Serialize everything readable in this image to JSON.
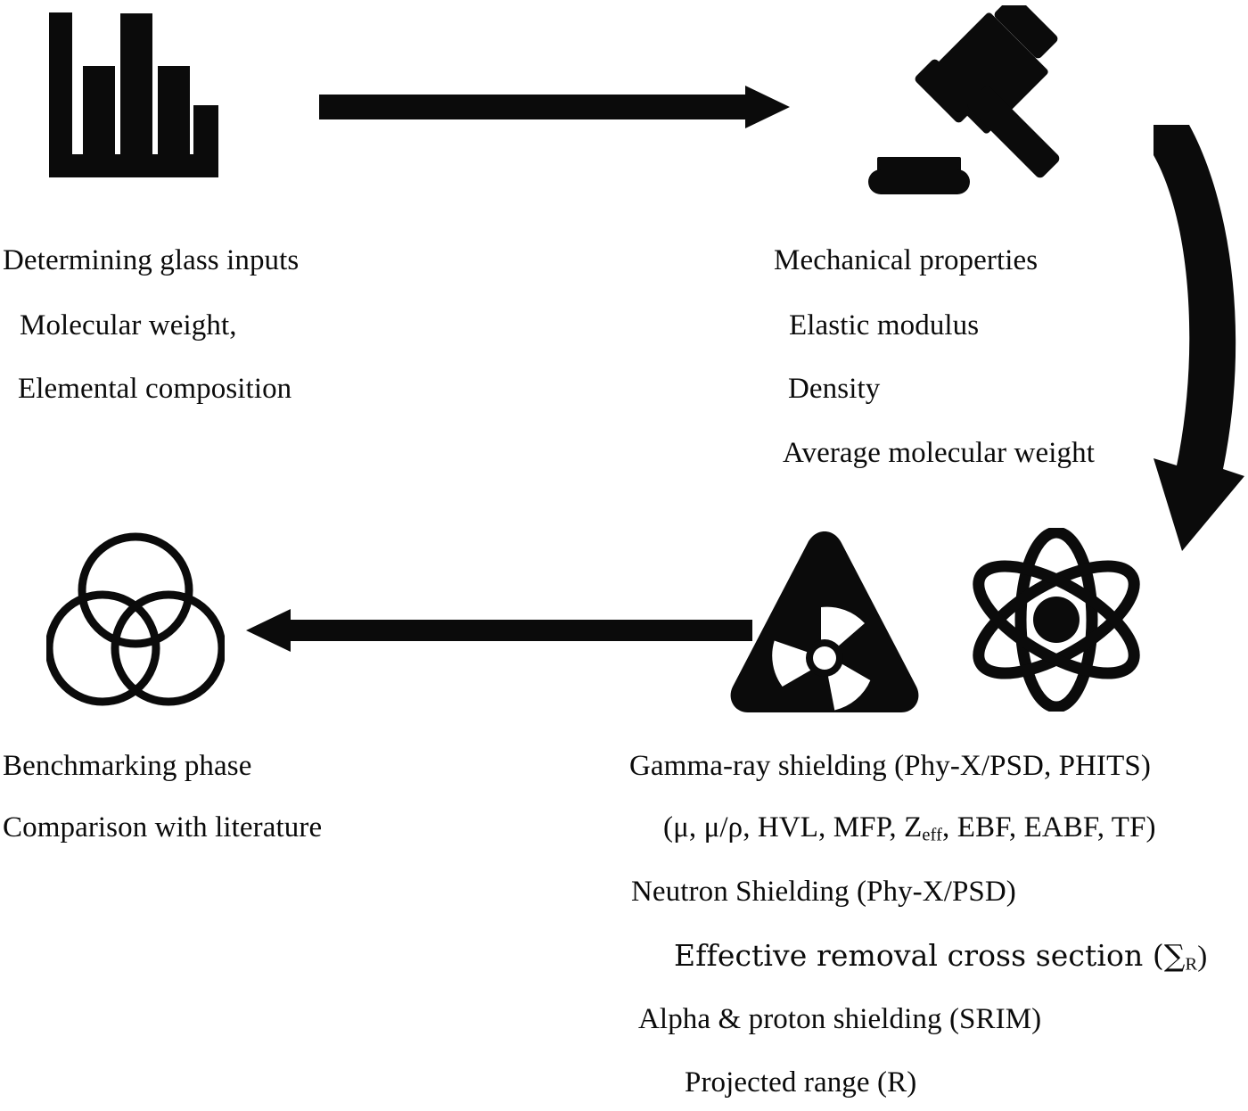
{
  "diagram": {
    "title": "Glass shielding research workflow flowchart",
    "stroke_color": "#0b0b0b",
    "background_color": "#ffffff",
    "stages": [
      {
        "id": "inputs",
        "icon": "bar-chart-icon",
        "lines": [
          "Determining glass inputs",
          "Molecular weight,",
          "Elemental composition"
        ]
      },
      {
        "id": "mechanical",
        "icon": "gavel-icon",
        "lines": [
          "Mechanical properties",
          "Elastic modulus",
          "Density",
          "Average molecular weight"
        ]
      },
      {
        "id": "shielding",
        "icon_left": "radiation-hazard-icon",
        "icon_right": "atom-icon",
        "lines": [
          "Gamma-ray shielding  (Phy-X/PSD, PHITS)",
          "Neutron Shielding (Phy-X/PSD)",
          "Alpha & proton shielding (SRIM)",
          "Projected range (R)"
        ],
        "gamma_params_prefix": "(μ, μ/ρ, HVL, MFP, Z",
        "gamma_params_sub": "eff",
        "gamma_params_suffix": ", EBF, EABF, TF)",
        "removal_prefix": "Effective removal cross section (∑",
        "removal_sub": "R",
        "removal_suffix": ")"
      },
      {
        "id": "benchmark",
        "icon": "venn-three-circles-icon",
        "lines": [
          "Benchmarking phase",
          "Comparison with literature"
        ]
      }
    ],
    "arrows": [
      {
        "id": "arrow-inputs-to-mechanical",
        "direction": "right",
        "label": "straight arrow pointing right"
      },
      {
        "id": "arrow-mechanical-to-shielding",
        "direction": "curved-down",
        "label": "curved arrow bending down"
      },
      {
        "id": "arrow-shielding-to-benchmark",
        "direction": "left",
        "label": "straight arrow pointing left"
      }
    ]
  }
}
